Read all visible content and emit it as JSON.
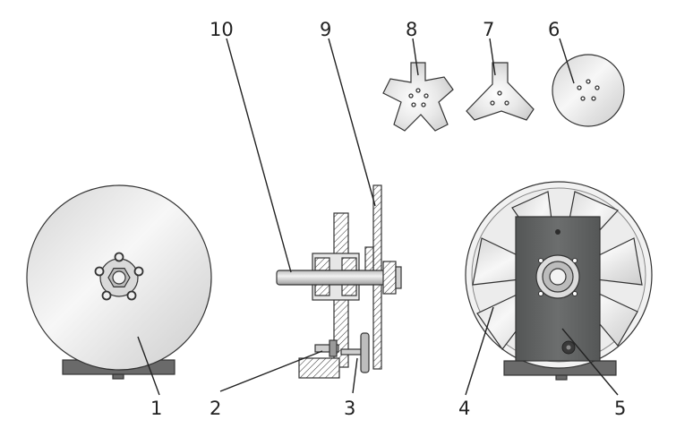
{
  "callouts": [
    {
      "id": "1",
      "text": "1"
    },
    {
      "id": "2",
      "text": "2"
    },
    {
      "id": "3",
      "text": "3"
    },
    {
      "id": "4",
      "text": "4"
    },
    {
      "id": "5",
      "text": "5"
    },
    {
      "id": "6",
      "text": "6"
    },
    {
      "id": "7",
      "text": "7"
    },
    {
      "id": "8",
      "text": "8"
    },
    {
      "id": "9",
      "text": "9"
    },
    {
      "id": "10",
      "text": "10"
    }
  ],
  "colors": {
    "background": "#ffffff",
    "stroke": "#333333",
    "disc_light": "#f4f4f4",
    "disc_mid": "#d8d8d8",
    "base_dark": "#6a6a6a",
    "housing_dark": "#5e6060",
    "hatch": "#444444"
  }
}
